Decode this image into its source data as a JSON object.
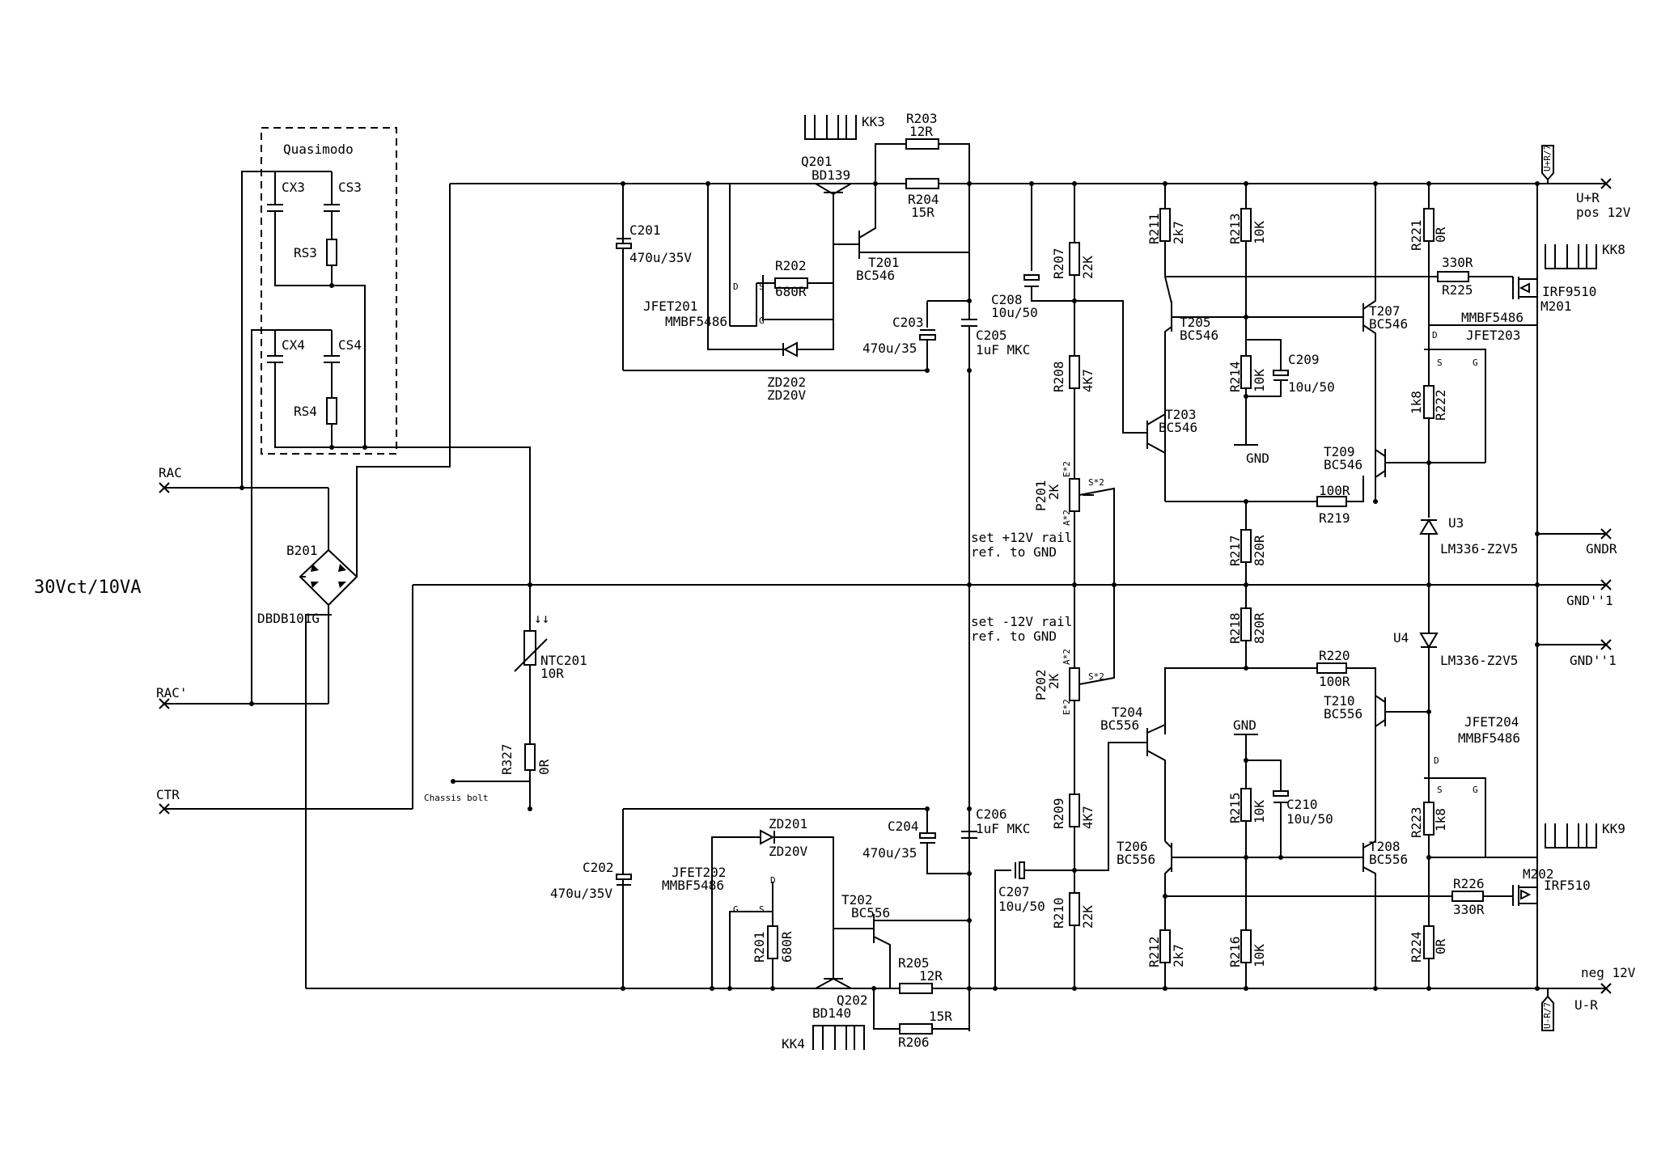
{
  "title_note": "30Vct/10VA",
  "group_label": "Quasimodo",
  "ports": {
    "rac": "RAC",
    "rac_prime": "RAC'",
    "ctr": "CTR",
    "u_plus": "U+R",
    "u_plus_sub": "pos 12V",
    "u_minus": "U-R",
    "u_minus_sub": "neg 12V",
    "gndr": "GNDR",
    "gnd1a": "GND''1",
    "gnd1b": "GND''1",
    "net_up": "U+R/7",
    "net_un": "U-R/7"
  },
  "notes": {
    "pos_rail_1": "set +12V rail",
    "pos_rail_2": "ref. to GND",
    "neg_rail_1": "set -12V rail",
    "neg_rail_2": "ref. to GND",
    "chassis": "Chassis bolt",
    "gnd_a": "GND",
    "gnd_b": "GND"
  },
  "components": {
    "cx3": "CX3",
    "cs3": "CS3",
    "rs3": "RS3",
    "cx4": "CX4",
    "cs4": "CS4",
    "rs4": "RS4",
    "b201": "B201",
    "b201_val": "DBDB101G",
    "ntc201": "NTC201",
    "ntc201_val": "10R",
    "r327": "R327",
    "r327_val": "0R",
    "c201": "C201",
    "c201_val": "470u/35V",
    "c202": "C202",
    "c202_val": "470u/35V",
    "c203": "C203",
    "c203_val": "470u/35",
    "c204": "C204",
    "c204_val": "470u/35",
    "c205": "C205",
    "c205_val": "1uF MKC",
    "c206": "C206",
    "c206_val": "1uF MKC",
    "c207": "C207",
    "c207_val": "10u/50",
    "c208": "C208",
    "c208_val": "10u/50",
    "c209": "C209",
    "c209_val": "10u/50",
    "c210": "C210",
    "c210_val": "10u/50",
    "q201": "Q201",
    "q201_val": "BD139",
    "q202": "Q202",
    "q202_val": "BD140",
    "t201": "T201",
    "t201_val": "BC546",
    "t202": "T202",
    "t202_val": "BC556",
    "t203": "T203",
    "t203_val": "BC546",
    "t204": "T204",
    "t204_val": "BC556",
    "t205": "T205",
    "t205_val": "BC546",
    "t206": "T206",
    "t206_val": "BC556",
    "t207": "T207",
    "t207_val": "BC546",
    "t208": "T208",
    "t208_val": "BC556",
    "t209": "T209",
    "t209_val": "BC546",
    "t210": "T210",
    "t210_val": "BC556",
    "jfet201": "JFET201",
    "jfet201_val": "MMBF5486",
    "jfet202": "JFET202",
    "jfet202_val": "MMBF5486",
    "jfet203": "JFET203",
    "jfet203_val": "MMBF5486",
    "jfet204": "JFET204",
    "jfet204_val": "MMBF5486",
    "zd201": "ZD201",
    "zd201_val": "ZD20V",
    "zd202": "ZD202",
    "zd202_val": "ZD20V",
    "r201": "R201",
    "r201_val": "680R",
    "r202": "R202",
    "r202_val": "680R",
    "r203": "R203",
    "r203_val": "12R",
    "r204": "R204",
    "r204_val": "15R",
    "r205": "R205",
    "r205_val": "12R",
    "r206": "R206",
    "r206_val": "15R",
    "r207": "R207",
    "r207_val": "22K",
    "r208": "R208",
    "r208_val": "4K7",
    "r209": "R209",
    "r209_val": "4K7",
    "r210": "R210",
    "r210_val": "22K",
    "r211": "R211",
    "r211_val": "2k7",
    "r212": "R212",
    "r212_val": "2k7",
    "r213": "R213",
    "r213_val": "10K",
    "r214": "R214",
    "r214_val": "10K",
    "r215": "R215",
    "r215_val": "10K",
    "r216": "R216",
    "r216_val": "10K",
    "r217": "R217",
    "r217_val": "820R",
    "r218": "R218",
    "r218_val": "820R",
    "r219": "R219",
    "r219_val": "100R",
    "r220": "R220",
    "r220_val": "100R",
    "r221": "R221",
    "r221_val": "0R",
    "r222": "R222",
    "r222_val": "1k8",
    "r223": "R223",
    "r223_val": "1k8",
    "r224": "R224",
    "r224_val": "0R",
    "r225": "R225",
    "r225_val": "330R",
    "r226": "R226",
    "r226_val": "330R",
    "p201": "P201",
    "p201_val": "2K",
    "p202": "P202",
    "p202_val": "2K",
    "u3": "U3",
    "u3_val": "LM336-Z2V5",
    "u4": "U4",
    "u4_val": "LM336-Z2V5",
    "m201": "M201",
    "m201_val": "IRF9510",
    "m202": "M202",
    "m202_val": "IRF510",
    "kk3": "KK3",
    "kk4": "KK4",
    "kk8": "KK8",
    "kk9": "KK9"
  },
  "pins": {
    "d": "D",
    "s": "S",
    "g": "G",
    "e2": "E*2",
    "a2": "A*2",
    "s2": "S*2"
  }
}
